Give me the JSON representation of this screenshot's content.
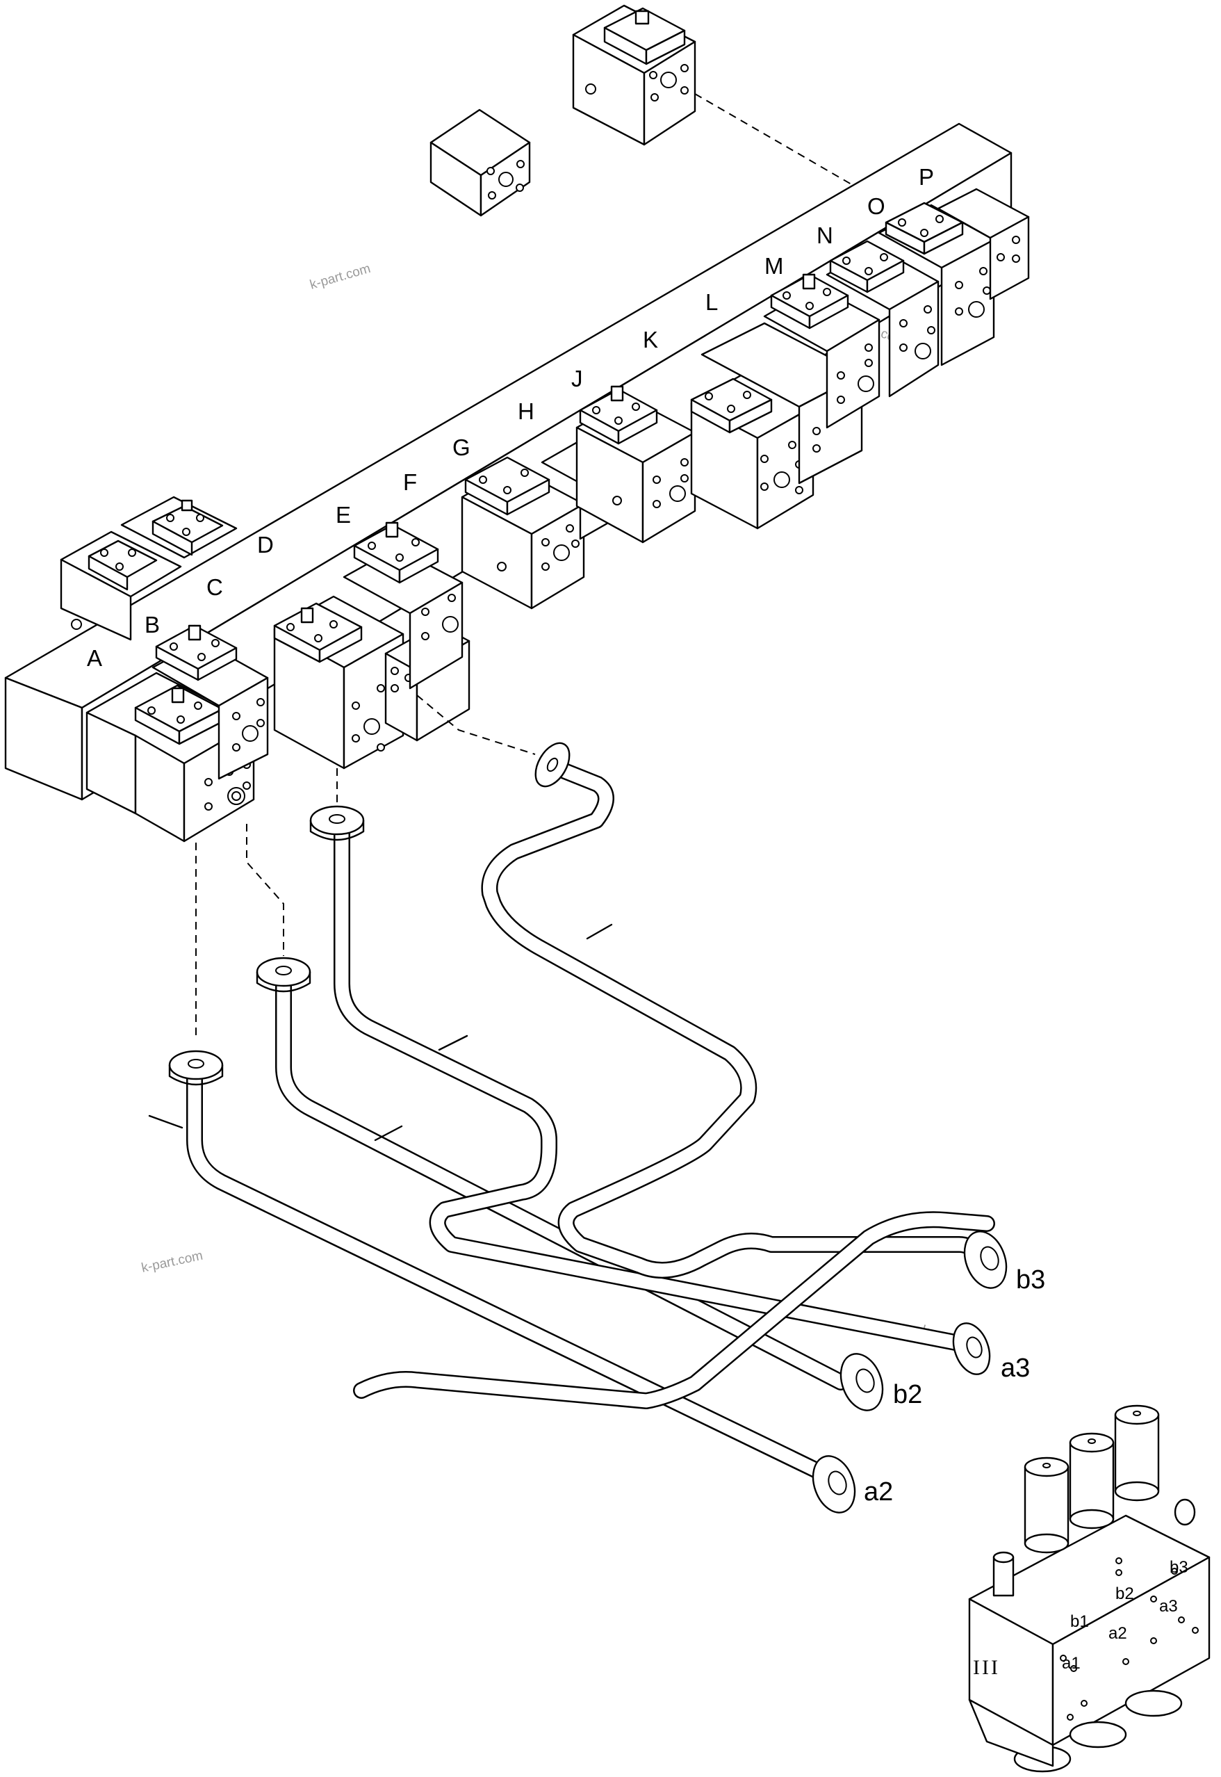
{
  "watermark": "k-part.com",
  "valve_labels": [
    "A",
    "B",
    "C",
    "D",
    "E",
    "F",
    "G",
    "H",
    "J",
    "K",
    "L",
    "M",
    "N",
    "O",
    "P"
  ],
  "pipe_ports": {
    "a2": "a2",
    "b2": "b2",
    "a3": "a3",
    "b3": "b3"
  },
  "block_ports": {
    "a1": "a1",
    "b1": "b1",
    "a2": "a2",
    "b2": "b2",
    "a3": "a3",
    "b3": "b3"
  },
  "block_roman": "III"
}
